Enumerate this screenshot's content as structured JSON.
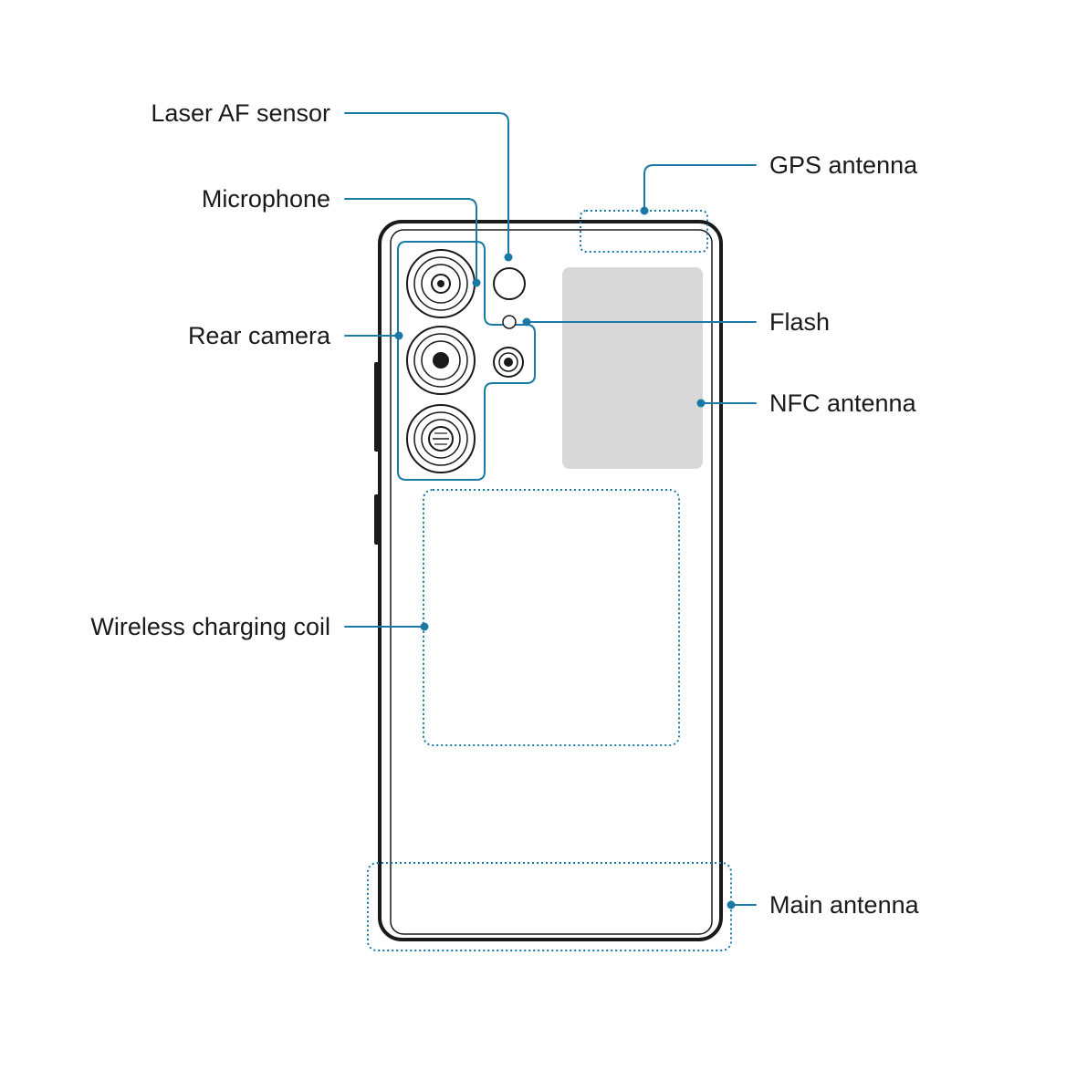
{
  "colors": {
    "accent": "#1a7aa5",
    "outline": "#1a1a1a",
    "nfc_fill": "#d8d8d8",
    "background": "#ffffff"
  },
  "labels": {
    "laser_af_sensor": "Laser AF sensor",
    "microphone": "Microphone",
    "rear_camera": "Rear camera",
    "wireless_charging_coil": "Wireless charging coil",
    "gps_antenna": "GPS antenna",
    "flash": "Flash",
    "nfc_antenna": "NFC antenna",
    "main_antenna": "Main antenna"
  }
}
